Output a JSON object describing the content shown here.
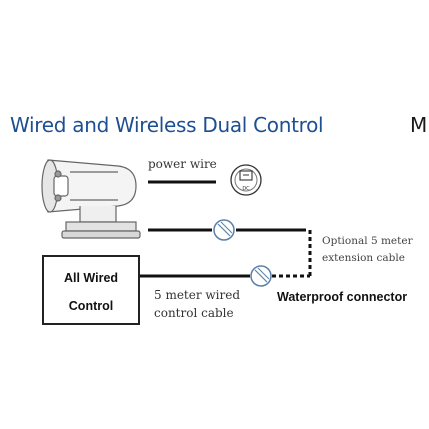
{
  "title": "Wired and Wireless Dual Control",
  "title_cut": "M",
  "labels": {
    "power_wire": "power wire",
    "dc": "DC",
    "optional_line1": "Optional 5 meter",
    "optional_line2": "extension cable",
    "cable_line1": "5 meter wired",
    "cable_line2": "control cable",
    "waterproof": "Waterproof connector"
  },
  "control_box": {
    "line1": "All Wired",
    "line2": "Control"
  }
}
